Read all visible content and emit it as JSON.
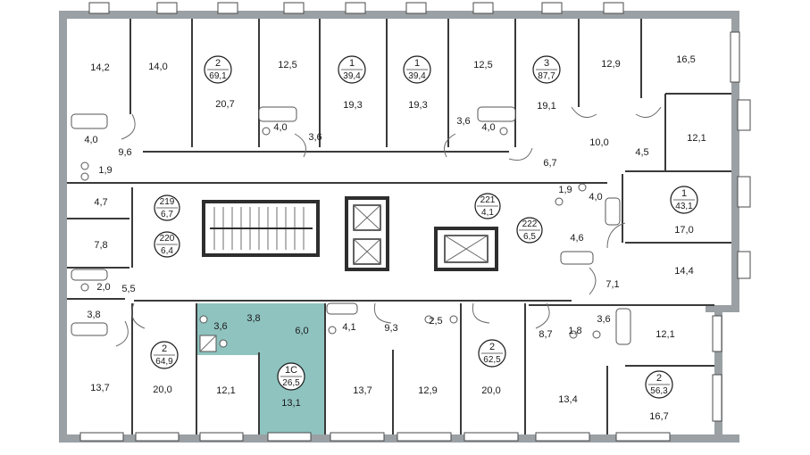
{
  "colors": {
    "highlight": "#8fc3c0",
    "wall": "#9aa0a3",
    "wall_dark": "#3a3a3a",
    "background": "#ffffff"
  },
  "apartments": [
    {
      "id": "a1",
      "rooms": "2",
      "area": "69,1"
    },
    {
      "id": "a2",
      "rooms": "1",
      "area": "39,4"
    },
    {
      "id": "a3",
      "rooms": "1",
      "area": "39,4"
    },
    {
      "id": "a4",
      "rooms": "3",
      "area": "87,7"
    },
    {
      "id": "a5",
      "rooms": "1",
      "area": "43,1"
    },
    {
      "id": "a6",
      "rooms": "2",
      "area": "64,9"
    },
    {
      "id": "a7",
      "rooms": "2",
      "area": "62,5"
    },
    {
      "id": "a8",
      "rooms": "2",
      "area": "56,3"
    },
    {
      "id": "a9",
      "rooms": "1С",
      "area": "26,5"
    },
    {
      "id": "s219",
      "rooms": "219",
      "area": "6,7"
    },
    {
      "id": "s220",
      "rooms": "220",
      "area": "6,4"
    },
    {
      "id": "s221",
      "rooms": "221",
      "area": "4,1"
    },
    {
      "id": "s222",
      "rooms": "222",
      "area": "6,5"
    }
  ],
  "rooms": [
    "14,2",
    "14,0",
    "20,7",
    "12,5",
    "19,3",
    "4,0",
    "3,6",
    "19,3",
    "12,5",
    "3,6",
    "4,0",
    "19,1",
    "12,9",
    "16,5",
    "4,0",
    "1,9",
    "9,6",
    "10,0",
    "4,5",
    "12,1",
    "6,7",
    "4,7",
    "1,9",
    "4,0",
    "17,0",
    "7,8",
    "4,6",
    "14,4",
    "2,0",
    "5,5",
    "7,1",
    "3,8",
    "3,6",
    "3,8",
    "6,0",
    "4,1",
    "9,3",
    "2,5",
    "8,7",
    "1,8",
    "3,6",
    "12,1",
    "13,7",
    "20,0",
    "12,1",
    "13,1",
    "13,7",
    "12,9",
    "20,0",
    "13,4",
    "16,7"
  ]
}
